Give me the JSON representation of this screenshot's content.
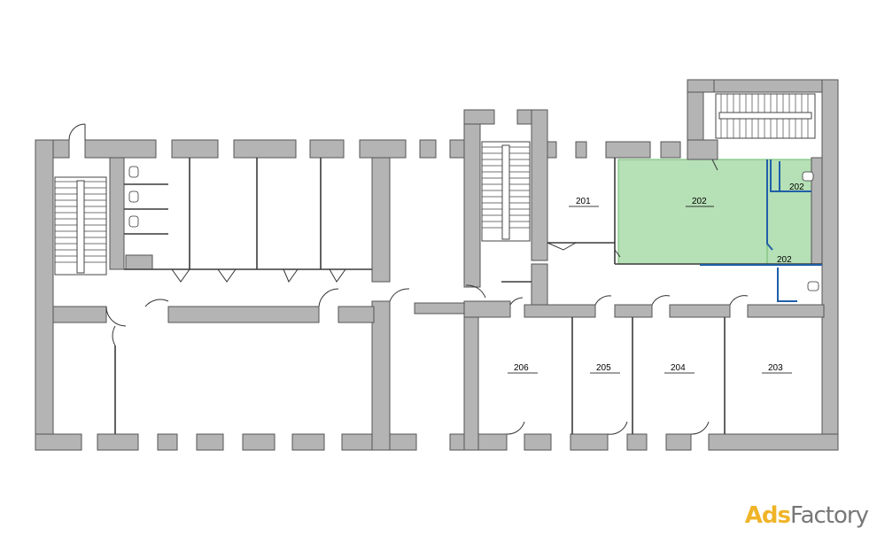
{
  "plan": {
    "rooms": [
      {
        "id": "r201",
        "label": "201"
      },
      {
        "id": "r202",
        "label": "202"
      },
      {
        "id": "r202a",
        "label": "202"
      },
      {
        "id": "r202b",
        "label": "202"
      },
      {
        "id": "r203",
        "label": "203"
      },
      {
        "id": "r204",
        "label": "204"
      },
      {
        "id": "r205",
        "label": "205"
      },
      {
        "id": "r206",
        "label": "206"
      }
    ],
    "colors": {
      "walls": "#b4b4b4",
      "highlight": "#a9dba9",
      "partition_blue": "#1f5fa8"
    }
  },
  "watermark": {
    "part1": "Ads",
    "part2": "Factory"
  }
}
